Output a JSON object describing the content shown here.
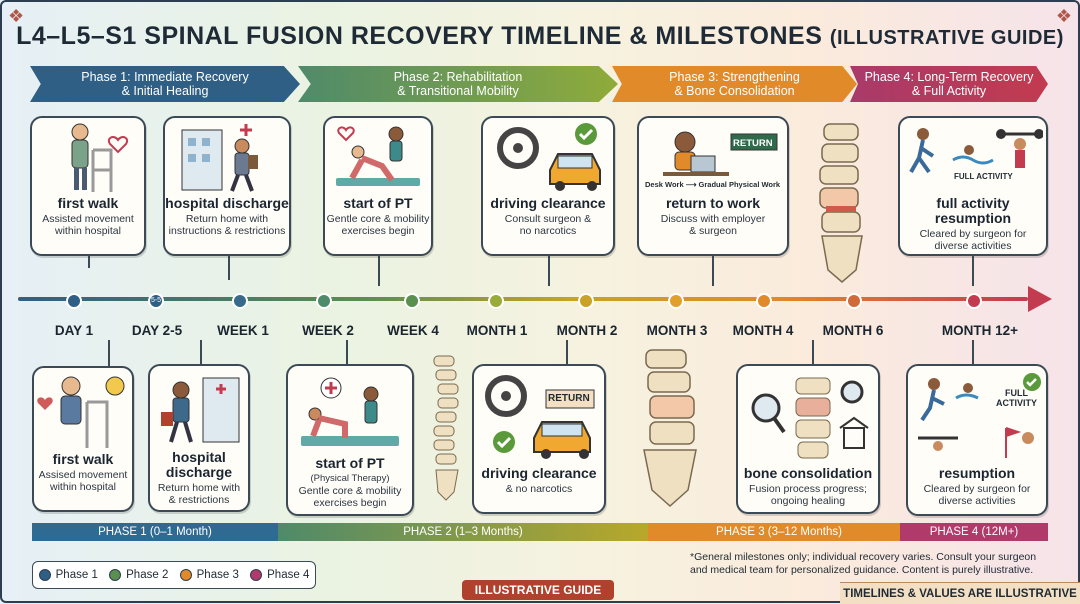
{
  "title": {
    "main": "L4–L5–S1 SPINAL FUSION RECOVERY TIMELINE & MILESTONES",
    "sub": "(ILLUSTRATIVE GUIDE)"
  },
  "colors": {
    "phase1": "#2f5f85",
    "phase2": "#5b8f4f",
    "phase3": "#e08a2a",
    "phase4": "#c23b4f",
    "gold": "#c9a227"
  },
  "phases": [
    {
      "label": "Phase 1: Immediate Recovery\n& Initial Healing",
      "bar": "PHASE 1 (0–1 Month)"
    },
    {
      "label": "Phase 2: Rehabilitation\n& Transitional Mobility",
      "bar": "PHASE 2 (1–3 Months)"
    },
    {
      "label": "Phase 3: Strengthening\n& Bone Consolidation",
      "bar": "PHASE 3 (3–12 Months)"
    },
    {
      "label": "Phase 4: Long-Term Recovery\n& Full Activity",
      "bar": "PHASE 4 (12M+)"
    }
  ],
  "timeline": {
    "ticks": [
      "DAY 1",
      "DAY 2-5",
      "WEEK 1",
      "WEEK 2",
      "WEEK 4",
      "MONTH 1",
      "MONTH 2",
      "MONTH 3",
      "MONTH 4",
      "MONTH 6",
      "MONTH 12+"
    ],
    "node_text": {
      "day25": "5-5"
    }
  },
  "top_cards": [
    {
      "name": "first walk",
      "desc": "Assisted movement\nwithin hospital",
      "icon": "walker-person-icon"
    },
    {
      "name": "hospital discharge",
      "desc": "Return home with\ninstructions & restrictions",
      "icon": "person-leaving-hospital-icon"
    },
    {
      "name": "start of PT",
      "desc": "Gentle core & mobility\nexercises begin",
      "icon": "physical-therapy-icon"
    },
    {
      "name": "driving clearance",
      "desc": "Consult surgeon &\nno narcotics",
      "icon": "car-steering-icon"
    },
    {
      "name": "return to work",
      "desc": "Discuss with employer\n& surgeon",
      "icon": "desk-work-icon",
      "sign": "RETURN",
      "caption": "Desk Work ⟶ Gradual Physical Work"
    },
    {
      "name": "full activity\nresumption",
      "desc": "Cleared by surgeon for\ndiverse activities",
      "icon": "sports-activities-icon",
      "tag": "FULL ACTIVITY"
    }
  ],
  "bottom_cards": [
    {
      "name": "first walk",
      "desc": "Assised movement\nwithin hospital",
      "icon": "walker-elder-icon"
    },
    {
      "name": "hospital\ndischarge",
      "desc": "Return home with\n& restrictions",
      "icon": "person-leaving-hospital-icon"
    },
    {
      "name": "start of PT",
      "sub": "(Physical Therapy)",
      "desc": "Gentle core & mobility\nexercises begin",
      "icon": "physical-therapy-icon"
    },
    {
      "name": "driving clearance",
      "desc": "& no narcotics",
      "icon": "car-steering-icon",
      "sign": "RETURN"
    },
    {
      "name": "bone consolidation",
      "desc": "Fusion process progress;\nongoing healing",
      "icon": "spine-magnifier-icon"
    },
    {
      "name": "resumption",
      "desc": "Cleared by surgeon for\ndiverse activities",
      "icon": "sports-activities-icon",
      "tag": "FULL\nACTIVITY"
    }
  ],
  "legend": [
    "Phase 1",
    "Phase 2",
    "Phase 3",
    "Phase 4"
  ],
  "footnote": "*General milestones only; individual recovery varies. Consult your surgeon and medical team for personalized guidance. Content is purely illustrative.",
  "badges": {
    "center": "ILLUSTRATIVE GUIDE",
    "right": "TIMELINES & VALUES ARE ILLUSTRATIVE"
  }
}
